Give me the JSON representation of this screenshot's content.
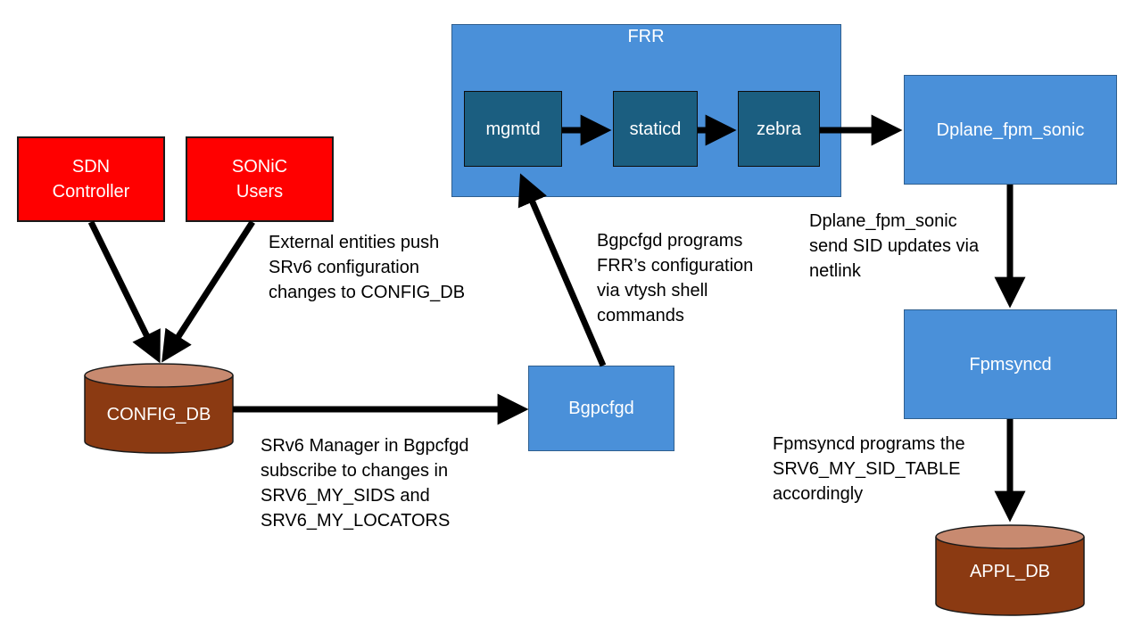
{
  "nodes": {
    "frr": "FRR",
    "mgmtd": "mgmtd",
    "staticd": "staticd",
    "zebra": "zebra",
    "dplane": "Dplane_fpm_sonic",
    "sdn": "SDN\nController",
    "sonic_users": "SONiC\nUsers",
    "config_db": "CONFIG_DB",
    "bgpcfgd": "Bgpcfgd",
    "fpmsyncd": "Fpmsyncd",
    "appl_db": "APPL_DB"
  },
  "notes": {
    "external": "External entities push\nSRv6 configuration\nchanges to CONFIG_DB",
    "bgpcfgd_programs": "Bgpcfgd programs\nFRR’s configuration\nvia vtysh shell\ncommands",
    "dplane_send": "Dplane_fpm_sonic\nsend SID updates via\nnetlink",
    "srv6_manager": "SRv6 Manager in Bgpcfgd\nsubscribe to changes in\nSRV6_MY_SIDS and\nSRV6_MY_LOCATORS",
    "fpmsyncd_programs": "Fpmsyncd programs the\nSRV6_MY_SID_TABLE\naccordingly"
  },
  "colors": {
    "external_entity": "#ff0000",
    "component": "#4a90d9",
    "frr_daemon": "#1b5e80",
    "database": "#8b3a12",
    "database_top": "#c88a70",
    "arrow": "#000000"
  }
}
